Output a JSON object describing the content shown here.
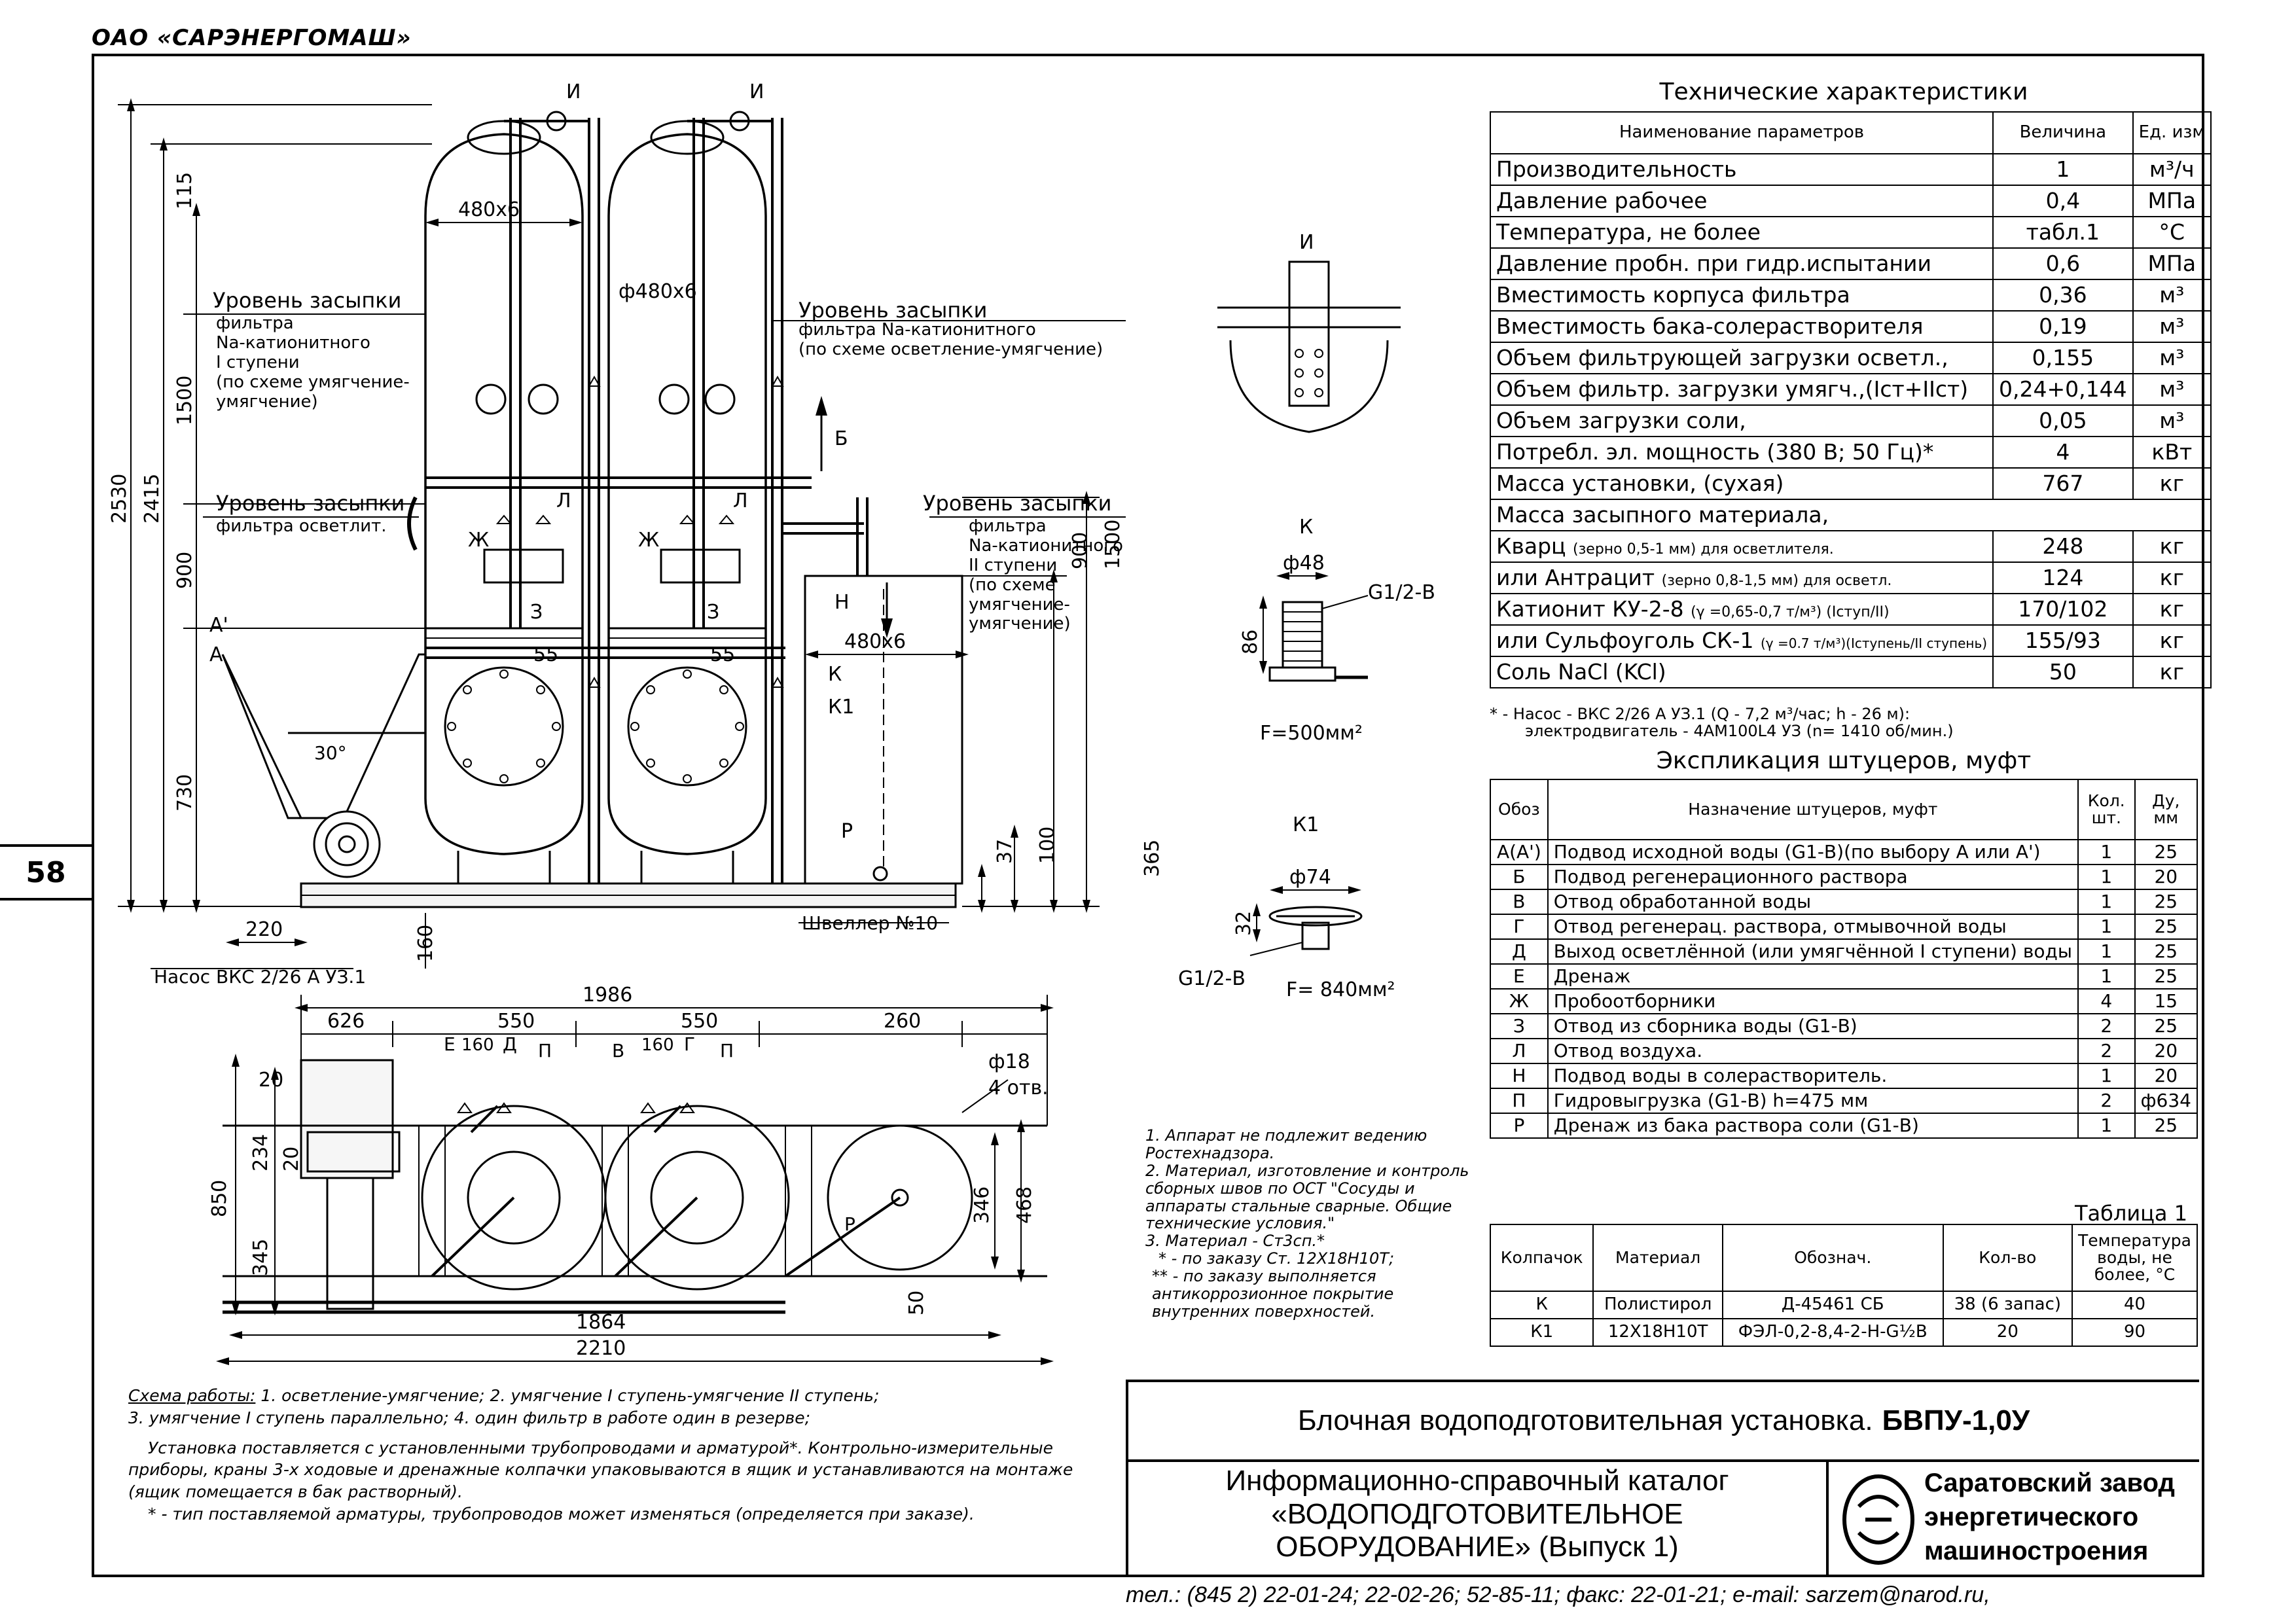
{
  "header": {
    "company": "ОАО «САРЭНЕРГОМАШ»",
    "page_number": "58"
  },
  "drawing": {
    "labels": {
      "I": "И",
      "K": "К",
      "K1": "К1",
      "level_top_1": "Уровень засыпки",
      "level_top_1_sub": "фильтра\nNa-катионитного\nI ступени\n(по схеме умягчение-\nумягчение)",
      "level_top_2": "Уровень засыпки",
      "level_top_2_sub": "фильтра Na-катионитного\n(по схеме осветление-умягчение)",
      "level_mid_1": "Уровень засыпки",
      "level_mid_1_sub": "фильтра осветлит.",
      "level_mid_2": "Уровень засыпки",
      "level_mid_2_sub": "фильтра\nNa-катионитного\nII ступени\n(по схеме\nумягчение-\nумягчение)",
      "pump": "Насос ВКС 2/26 А УЗ.1",
      "channel": "Швеллер №10",
      "B": "Б",
      "N": "Н",
      "P": "Р",
      "Zh": "Ж",
      "L": "Л",
      "Z": "З",
      "A": "А",
      "A1": "А'",
      "E": "Е",
      "D": "Д",
      "V": "В",
      "G": "Г",
      "Pp": "П",
      "g12b": "G1/2-В",
      "f500": "F=500мм²",
      "f840": "F= 840мм²",
      "angle30": "30°"
    },
    "dimensions": {
      "d2530": "2530",
      "d2415": "2415",
      "d1500a": "1500",
      "d900a": "900",
      "d730": "730",
      "d115": "115",
      "d480x6a": "480х6",
      "d480x6b": "ф480х6",
      "d480x6c": "480х6",
      "d55a": "55",
      "d55b": "55",
      "d1500b": "1500",
      "d900b": "900",
      "d365": "365",
      "d100": "100",
      "d37": "37",
      "d220": "220",
      "d160": "160",
      "d1986": "1986",
      "d626": "626",
      "d550a": "550",
      "d550b": "550",
      "d260": "260",
      "d160a": "160",
      "d160b": "160",
      "d20a": "20",
      "d234": "234",
      "d20b": "20",
      "d850": "850",
      "d345": "345",
      "d346": "346",
      "d468": "468",
      "d50": "50",
      "d1864": "1864",
      "d2210": "2210",
      "d18": "ф18",
      "holes": "4 отв.",
      "d48": "ф48",
      "d86": "86",
      "d74": "ф74",
      "d32": "32"
    }
  },
  "tech": {
    "caption": "Технические характеристики",
    "headers": [
      "Наименование параметров",
      "Величина",
      "Ед. изм"
    ],
    "rows": [
      [
        "Производительность",
        "1",
        "м³/ч"
      ],
      [
        "Давление рабочее",
        "0,4",
        "МПа"
      ],
      [
        "Температура, не более",
        "табл.1",
        "°С"
      ],
      [
        "Давление пробн. при гидр.испытании",
        "0,6",
        "МПа"
      ],
      [
        "Вместимость корпуса фильтра",
        "0,36",
        "м³"
      ],
      [
        "Вместимость бака-солерастворителя",
        "0,19",
        "м³"
      ],
      [
        "Объем фильтрующей загрузки осветл.,",
        "0,155",
        "м³"
      ],
      [
        "Объем фильтр. загрузки умягч.,(Iст+IIст)",
        "0,24+0,144",
        "м³"
      ],
      [
        "Объем загрузки соли,",
        "0,05",
        "м³"
      ],
      [
        "Потребл. эл. мощность (380 В; 50 Гц)*",
        "4",
        "кВт"
      ],
      [
        "Масса установки, (сухая)",
        "767",
        "кг"
      ]
    ],
    "mass_header": "Масса засыпного материала,",
    "mass_rows": [
      [
        "Кварц",
        "(зерно 0,5-1 мм) для осветлителя.",
        "248",
        "кг"
      ],
      [
        "или Антрацит",
        "(зерно 0,8-1,5 мм) для осветл.",
        "124",
        "кг"
      ],
      [
        "Катионит КУ-2-8",
        "(γ =0,65-0,7 т/м³) (Iступ/II)",
        "170/102",
        "кг"
      ],
      [
        "или Сульфоуголь СК-1",
        "(γ =0.7 т/м³)(Iступень/II ступень)",
        "155/93",
        "кг"
      ],
      [
        "Соль NaCl (KCl)",
        "",
        "50",
        "кг"
      ]
    ],
    "footnote_1": "* - Насос - ВКС 2/26 А УЗ.1 (Q - 7,2 м³/час; h - 26 м):",
    "footnote_2": "электродвигатель - 4АМ100L4 УЗ (n= 1410 об/мин.)"
  },
  "explication": {
    "caption": "Экспликация штуцеров, муфт",
    "headers": [
      "Обоз",
      "Назначение штуцеров, муфт",
      "Кол. шт.",
      "Ду, мм"
    ],
    "rows": [
      [
        "А(А')",
        "Подвод исходной воды (G1-В)(по выбору А или А')",
        "1",
        "25"
      ],
      [
        "Б",
        "Подвод регенерационного раствора",
        "1",
        "20"
      ],
      [
        "В",
        "Отвод обработанной воды",
        "1",
        "25"
      ],
      [
        "Г",
        "Отвод регенерац. раствора, отмывочной воды",
        "1",
        "25"
      ],
      [
        "Д",
        "Выход осветлённой (или умягчённой I ступени) воды",
        "1",
        "25"
      ],
      [
        "Е",
        "Дренаж",
        "1",
        "25"
      ],
      [
        "Ж",
        "Пробоотборники",
        "4",
        "15"
      ],
      [
        "З",
        "Отвод из сборника воды (G1-В)",
        "2",
        "25"
      ],
      [
        "Л",
        "Отвод воздуха.",
        "2",
        "20"
      ],
      [
        "Н",
        "Подвод воды в солерастворитель.",
        "1",
        "20"
      ],
      [
        "П",
        "Гидровыгрузка (G1-В) h=475 мм",
        "2",
        "ф634"
      ],
      [
        "Р",
        "Дренаж из бака раствора соли (G1-В)",
        "1",
        "25"
      ]
    ]
  },
  "table1": {
    "caption": "Таблица 1",
    "headers": [
      "Колпачок",
      "Материал",
      "Обознач.",
      "Кол-во",
      "Температура воды, не более, °С"
    ],
    "rows": [
      [
        "К",
        "Полистирол",
        "Д-45461 СБ",
        "38 (6 запас)",
        "40"
      ],
      [
        "К1",
        "12Х18Н10Т",
        "ФЭЛ-0,2-8,4-2-Н-G½В",
        "20",
        "90"
      ]
    ]
  },
  "notes": [
    "1. Аппарат не подлежит ведению Ростехнадзора.",
    "2. Материал, изготовление и контроль сборных швов по ОСТ \"Сосуды и аппараты стальные сварные. Общие технические условия.\"",
    "3. Материал - Ст3сп.*",
    "* - по заказу Ст. 12Х18Н10Т;",
    "** - по заказу выполняется антикоррозионное покрытие внутренних поверхностей."
  ],
  "scheme": {
    "line1_label": "Схема работы:",
    "line1": " 1. осветление-умягчение; 2. умягчение I ступень-умягчение II ступень;",
    "line2": "3. умягчение I ступень параллельно; 4. один фильтр в работе один в резерве;",
    "line3": "Установка поставляется с установленными трубопроводами и арматурой*. Контрольно-измерительные приборы, краны 3-х ходовые и дренажные колпачки упаковываются в ящик и устанавливаются на монтаже (ящик помещается в бак растворный).",
    "line4": "* - тип поставляемой арматуры, трубопроводов может изменяться (определяется при заказе)."
  },
  "title_block": {
    "title": "Блочная водоподготовительная установка.",
    "model": "БВПУ-1,0У",
    "catalog_1": "Информационно-справочный каталог",
    "catalog_2": "«ВОДОПОДГОТОВИТЕЛЬНОЕ",
    "catalog_3": "ОБОРУДОВАНИЕ» (Выпуск 1)",
    "plant_1": "Саратовский завод",
    "plant_2": "энергетического",
    "plant_3": "машиностроения"
  },
  "contacts": "тел.: (845 2) 22-01-24; 22-02-26; 52-85-11; факс: 22-01-21; e-mail: sarzem@narod.ru,"
}
